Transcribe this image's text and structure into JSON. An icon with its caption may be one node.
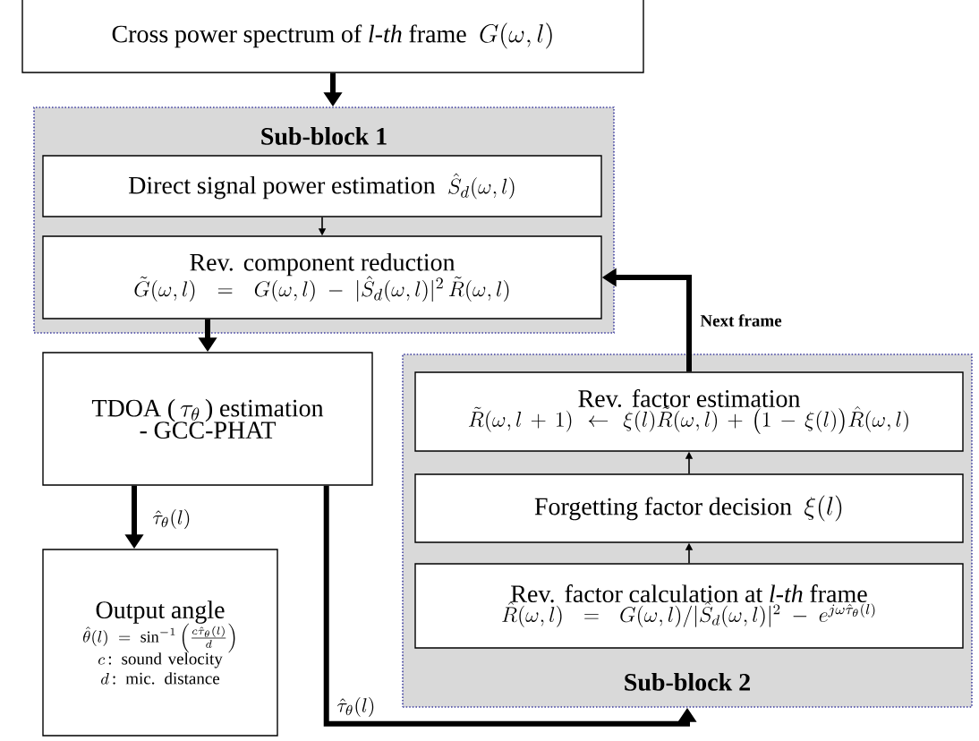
{
  "diagram": {
    "nodes": [
      {
        "text": [
          "Cross power spectrum of *l-th* frame",
          "G(\\omega,l)"
        ]
      },
      {
        "text": [
          "Sub-block 1"
        ]
      },
      {
        "text": [
          "Direct signal power estimation",
          "\\hat{S}_d(\\omega,l)"
        ],
        "in": 1
      },
      {
        "text": [
          "Rev. component reduction",
          "\\tilde{G}(\\omega,l) = G(\\omega,l) - |\\hat{S}_d(\\omega,l)|^2\\,\\tilde{R}(\\omega,l)"
        ],
        "in": 1
      },
      {
        "text": [
          "\\text{TDOA (}\\,\\tau_\\theta\\,\\text{) estimation}",
          "- GCC-PHAT"
        ]
      },
      {
        "text": [
          "Output angle",
          "\\hat{\\theta}(l) = \\sin^{-1}\\left(\\frac{c\\hat{\\tau}_\\theta(l)}{d}\\right)",
          "c\\,\\text{: sound velocity}",
          "d\\,\\text{: mic. distance}"
        ]
      },
      {
        "text": [
          "Sub-block 2"
        ]
      },
      {
        "text": [
          "Rev. factor estimation",
          "\\tilde{R}(\\omega,l+1) \\leftarrow \\xi(l)\\tilde{R}(\\omega,l) + \\bigl(1-\\xi(l)\\bigr)\\hat{R}(\\omega,l)"
        ],
        "in": 6
      },
      {
        "text": [
          "Forgetting factor decision",
          "\\xi(l)"
        ],
        "in": 6
      },
      {
        "text": [
          "Rev. factor calculation at *l-th* frame",
          "\\hat{R}(\\omega,l) = G(\\omega,l) / |\\hat{S}_d(\\omega,l)|^2 - e^{j\\omega\\hat{\\tau}_\\theta(l)}"
        ],
        "in": 6
      }
    ],
    "edges": [
      {
        "from": 0,
        "to": 1,
        "arrow": "to"
      },
      {
        "from": 2,
        "to": 3,
        "arrow": "to"
      },
      {
        "from": 3,
        "to": 4,
        "arrow": "to"
      },
      {
        "from": 4,
        "to": 5,
        "arrow": "to",
        "label": "\\hat{\\tau}_\\theta(l)"
      },
      {
        "from": 4,
        "to": 6,
        "arrow": "to",
        "label": "\\hat{\\tau}_\\theta(l)"
      },
      {
        "from": 9,
        "to": 8,
        "arrow": "to"
      },
      {
        "from": 8,
        "to": 7,
        "arrow": "to"
      },
      {
        "from": 7,
        "to": 3,
        "arrow": "to",
        "label": "Next frame"
      }
    ]
  }
}
